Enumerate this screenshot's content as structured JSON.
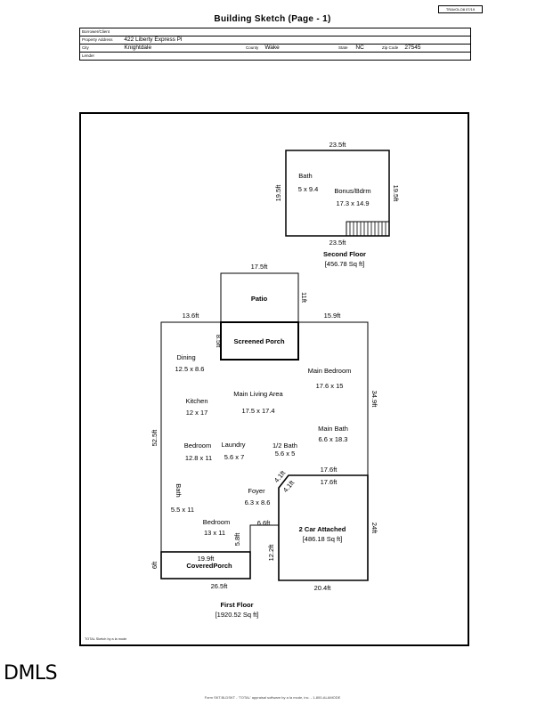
{
  "page": {
    "title": "Building Sketch (Page - 1)",
    "form_code": "TRAVOLO8 07/19",
    "footnote": "TOTAL Sketch by a la mode",
    "footer": "Form SKT.BLDSKT - 'TOTAL' appraisal software by a la mode, inc. - 1-800-ALAMODE"
  },
  "logo": {
    "text": "DMLS"
  },
  "header": {
    "borrower_label": "Borrower/Client",
    "borrower_value": "",
    "address_label": "Property Address",
    "address_value": "422 Liberty Express Pl",
    "city_label": "City",
    "city_value": "Knightdale",
    "county_label": "County",
    "county_value": "Wake",
    "state_label": "State",
    "state_value": "NC",
    "zip_label": "Zip Code",
    "zip_value": "27545",
    "lender_label": "Lender",
    "lender_value": ""
  },
  "second_floor": {
    "dim_top": "23.5ft",
    "dim_bottom": "23.5ft",
    "dim_left": "19.5ft",
    "dim_right": "19.5ft",
    "bath_label": "Bath",
    "bath_size": "5 x 9.4",
    "bonus_label": "Bonus/Bdrm",
    "bonus_size": "17.3 x 14.9",
    "floor_name": "Second Floor",
    "floor_area": "[456.78 Sq ft]"
  },
  "first_floor": {
    "patio_top": "17.5ft",
    "patio_right": "11ft",
    "patio_label": "Patio",
    "top_left": "13.6ft",
    "top_right": "15.9ft",
    "screened_side": "8.5ft",
    "screened_label": "Screened Porch",
    "right_side": "34.9ft",
    "left_side": "52.5ft",
    "dining_label": "Dining",
    "dining_size": "12.5 x 8.6",
    "main_bedroom_label": "Main Bedroom",
    "main_bedroom_size": "17.6 x 15",
    "kitchen_label": "Kitchen",
    "kitchen_size": "12 x 17",
    "living_label": "Main Living Area",
    "living_size": "17.5 x 17.4",
    "main_bath_label": "Main Bath",
    "main_bath_size": "6.6 x 18.3",
    "bedroom1_label": "Bedroom",
    "bedroom1_size": "12.8 x 11",
    "laundry_label": "Laundry",
    "laundry_size": "5.6 x 7",
    "half_bath_label": "1/2 Bath",
    "half_bath_size": "5.6 x 5",
    "diag1": "4.1ft",
    "diag2": "4.1ft",
    "garage_top_outer": "17.6ft",
    "garage_top_inner": "17.6ft",
    "bath_label": "Bath",
    "bath_size": "5.5 x 11",
    "foyer_label": "Foyer",
    "foyer_size": "6.3 x 8.6",
    "bedroom2_label": "Bedroom",
    "bedroom2_size": "13 x 11",
    "step_top": "6.6ft",
    "step_side": "5.8ft",
    "garage_right": "24ft",
    "garage_label": "2 Car Attached",
    "garage_area": "[486.18 Sq ft]",
    "porch_top": "19.9ft",
    "porch_side": "6ft",
    "porch_label": "CoveredPorch",
    "garage_left": "12.2ft",
    "bottom_left": "26.5ft",
    "bottom_right": "20.4ft",
    "floor_name": "First Floor",
    "floor_area": "[1920.52 Sq ft]"
  }
}
